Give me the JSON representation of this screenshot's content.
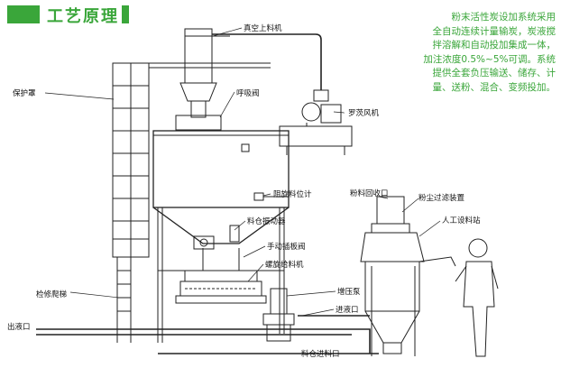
{
  "header": {
    "title": "工艺原理"
  },
  "description": {
    "lines": [
      "粉末活性炭设加系统采用",
      "全自动连续计量输炭，炭液搅",
      "拌溶解和自动投加集成一体，",
      "加注浓度0.5%~5%可调。系统",
      "提供全套负压输送、储存、计",
      "量、送粉、混合、变频投加。"
    ]
  },
  "labels": {
    "vacuum_loader": "真空上料机",
    "breather_valve": "呼吸阀",
    "roots_blower": "罗茨风机",
    "guard": "保护罩",
    "level_gauge": "阻旋料位计",
    "dust_recovery": "粉料回收口",
    "dust_filter": "粉尘过滤装置",
    "manual_station": "人工设料站",
    "bin_vibrator": "料仓振动器",
    "manual_gate": "手动插板阀",
    "screw_feeder": "螺旋给料机",
    "booster_pump": "增压泵",
    "ladder": "检修爬梯",
    "liquid_inlet": "进液口",
    "liquid_outlet": "出液口",
    "material_inlet": "料仓进料口"
  },
  "colors": {
    "accent": "#3aa63a",
    "line": "#222222"
  }
}
